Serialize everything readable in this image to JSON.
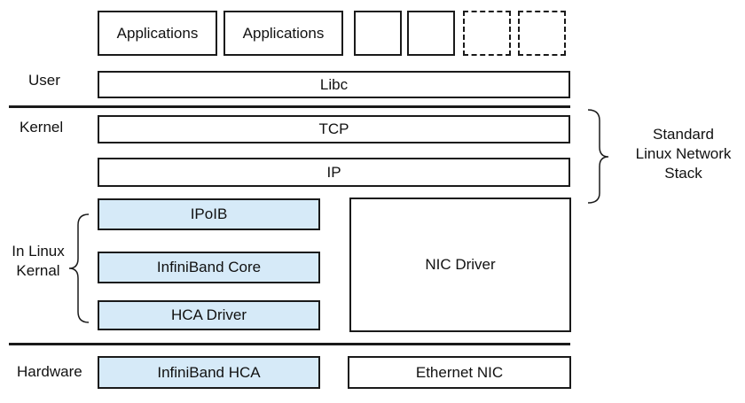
{
  "applications": {
    "app1": "Applications",
    "app2": "Applications"
  },
  "user_space": {
    "label": "User",
    "libc": "Libc"
  },
  "kernel": {
    "label": "Kernel",
    "tcp": "TCP",
    "ip": "IP"
  },
  "standard_stack": {
    "line1": "Standard",
    "line2": "Linux Network",
    "line3": "Stack"
  },
  "in_linux_kernal": {
    "line1": "In Linux",
    "line2": "Kernal"
  },
  "infiniband_stack": {
    "ipoib": "IPoIB",
    "core": "InfiniBand Core",
    "hca_driver": "HCA Driver"
  },
  "nic_driver": "NIC Driver",
  "hardware": {
    "label": "Hardware",
    "infiniband_hca": "InfiniBand HCA",
    "ethernet_nic": "Ethernet NIC"
  },
  "colors": {
    "infiniband_fill": "#d6eaf8",
    "line": "#1a1a1a"
  }
}
